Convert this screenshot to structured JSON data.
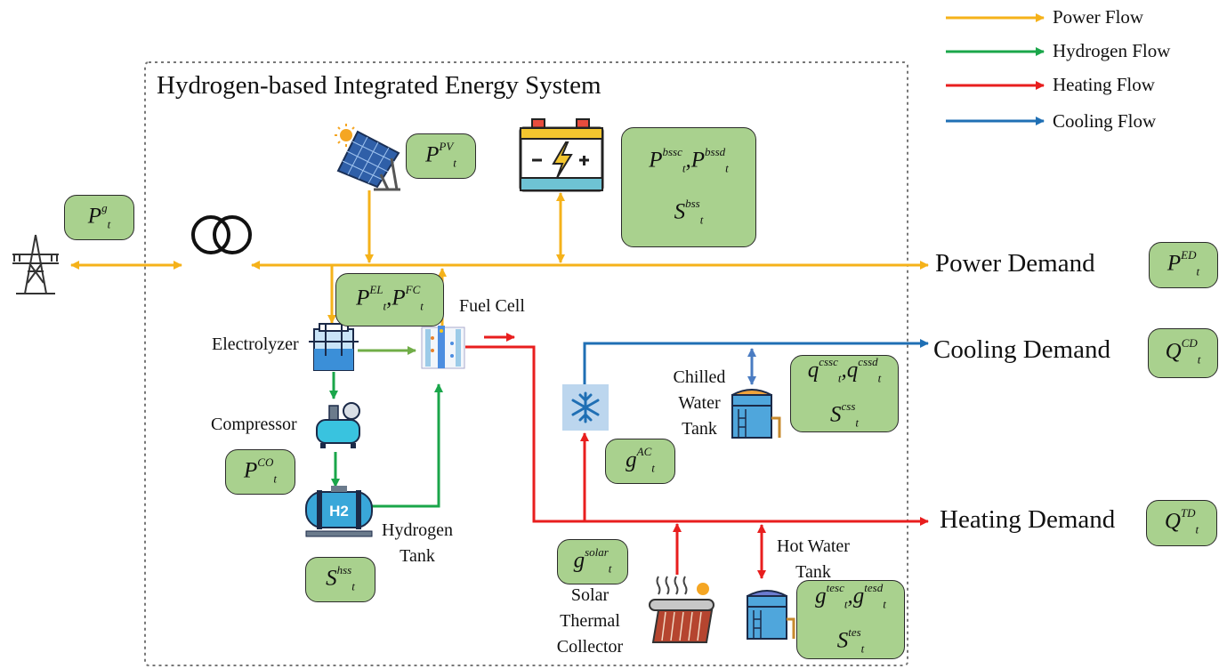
{
  "title": "Hydrogen-based Integrated Energy System",
  "legend": [
    {
      "label": "Power Flow",
      "color": "#f5b21a"
    },
    {
      "label": "Hydrogen Flow",
      "color": "#1aa64a"
    },
    {
      "label": "Heating Flow",
      "color": "#e81e1e"
    },
    {
      "label": "Cooling Flow",
      "color": "#1f6fb4"
    }
  ],
  "demands": {
    "power": "Power Demand",
    "cooling": "Cooling Demand",
    "heating": "Heating Demand"
  },
  "components": {
    "electrolyzer": "Electrolyzer",
    "fuel_cell": "Fuel Cell",
    "compressor": "Compressor",
    "hydrogen_tank_1": "Hydrogen",
    "hydrogen_tank_2": "Tank",
    "chilled_1": "Chilled",
    "chilled_2": "Water",
    "chilled_3": "Tank",
    "hot_water_1": "Hot Water",
    "hot_water_2": "Tank",
    "solar_thermal_1": "Solar",
    "solar_thermal_2": "Thermal",
    "solar_thermal_3": "Collector",
    "h2_badge": "H2"
  },
  "variables": {
    "grid": {
      "base": "P",
      "sup": "g"
    },
    "pv": {
      "base": "P",
      "sup": "PV"
    },
    "battery_1": {
      "base1": "P",
      "sup1": "bssc",
      "base2": "P",
      "sup2": "bssd"
    },
    "battery_2": {
      "base": "S",
      "sup": "bss"
    },
    "el_fc": {
      "base1": "P",
      "sup1": "EL",
      "base2": "P",
      "sup2": "FC"
    },
    "power_demand": {
      "base": "P",
      "sup": "ED"
    },
    "cooling_demand": {
      "base": "Q",
      "sup": "CD"
    },
    "heating_demand": {
      "base": "Q",
      "sup": "TD"
    },
    "compressor": {
      "base": "P",
      "sup": "CO"
    },
    "hydrogen_storage": {
      "base": "S",
      "sup": "hss"
    },
    "absorption_chiller": {
      "base": "g",
      "sup": "AC"
    },
    "solar_thermal": {
      "base": "g",
      "sup": "solar"
    },
    "cold_storage_1": {
      "base1": "q",
      "sup1": "cssc",
      "base2": "q",
      "sup2": "cssd"
    },
    "cold_storage_2": {
      "base": "S",
      "sup": "css"
    },
    "thermal_storage_1": {
      "base1": "g",
      "sup1": "tesc",
      "base2": "g",
      "sup2": "tesd"
    },
    "thermal_storage_2": {
      "base": "S",
      "sup": "tes"
    },
    "subscript": "t"
  }
}
